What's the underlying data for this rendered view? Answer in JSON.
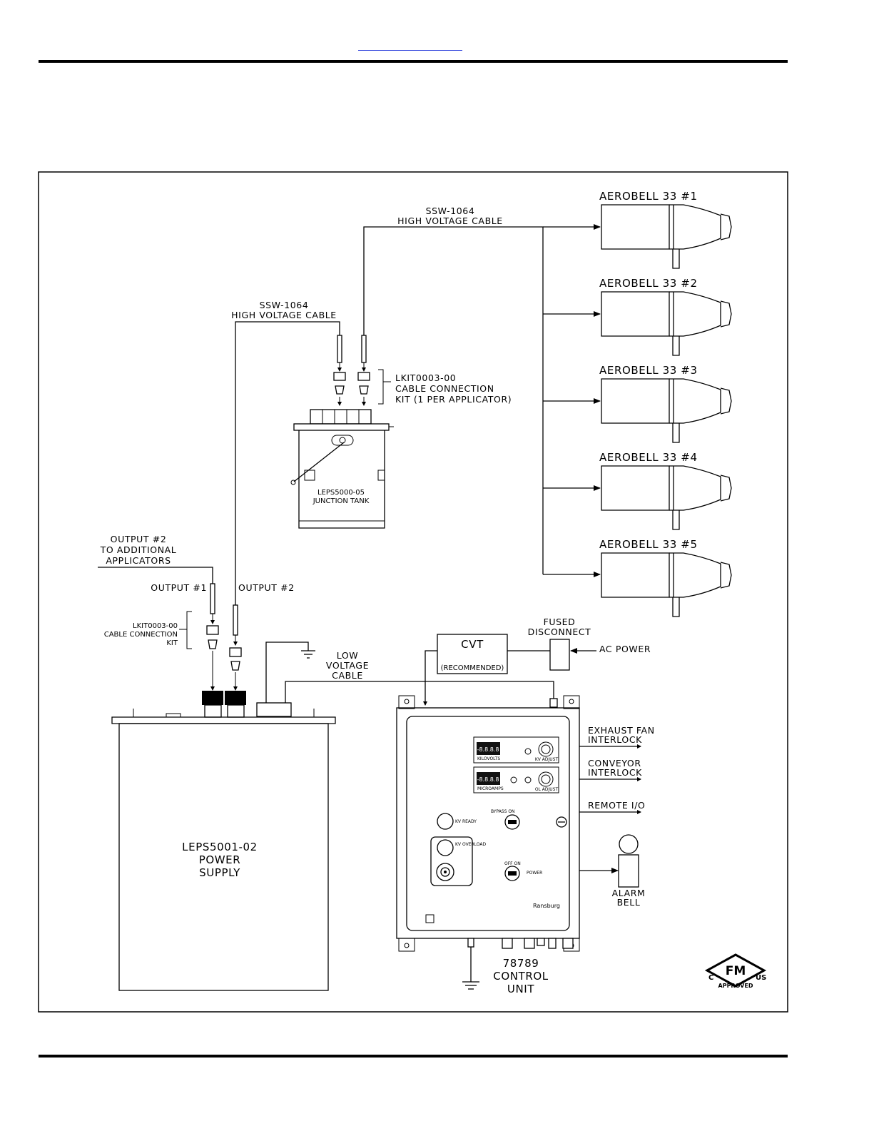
{
  "applicators": [
    {
      "label": "AEROBELL  33  #1"
    },
    {
      "label": "AEROBELL  33  #2"
    },
    {
      "label": "AEROBELL  33  #3"
    },
    {
      "label": "AEROBELL  33  #4"
    },
    {
      "label": "AEROBELL  33  #5"
    }
  ],
  "hv_cable_top": {
    "line1": "SSW-1064",
    "line2": "HIGH  VOLTAGE  CABLE"
  },
  "hv_cable_mid": {
    "line1": "SSW-1064",
    "line2": "HIGH  VOLTAGE  CABLE"
  },
  "kit_top": {
    "line1": "LKIT0003-00",
    "line2": "CABLE  CONNECTION",
    "line3": "KIT  (1  PER  APPLICATOR)"
  },
  "junction_tank": {
    "line1": "LEPS5000-05",
    "line2": "JUNCTION  TANK"
  },
  "output2_additional": {
    "line1": "OUTPUT  #2",
    "line2": "TO  ADDITIONAL",
    "line3": "APPLICATORS"
  },
  "output1_label": "OUTPUT  #1",
  "output2_label": "OUTPUT  #2",
  "kit_left": {
    "line1": "LKIT0003-00",
    "line2": "CABLE  CONNECTION",
    "line3": "KIT"
  },
  "low_voltage_cable": {
    "line1": "LOW",
    "line2": "VOLTAGE",
    "line3": "CABLE"
  },
  "cvt": {
    "label": "CVT",
    "note": "(RECOMMENDED)"
  },
  "fused_disconnect": {
    "line1": "FUSED",
    "line2": "DISCONNECT"
  },
  "ac_power": "AC  POWER",
  "exhaust_fan": {
    "line1": "EXHAUST  FAN",
    "line2": "INTERLOCK"
  },
  "conveyor": {
    "line1": "CONVEYOR",
    "line2": "INTERLOCK"
  },
  "remote_io": "REMOTE  I/O",
  "alarm_bell": {
    "line1": "ALARM",
    "line2": "BELL"
  },
  "power_supply": {
    "line1": "LEPS5001-02",
    "line2": "POWER",
    "line3": "SUPPLY"
  },
  "control_unit": {
    "line1": "78789",
    "line2": "CONTROL",
    "line3": "UNIT"
  },
  "panel": {
    "display_value_1": "-8.8.8.8",
    "display_value_2": "-8.8.8.8",
    "display_caption_1": "KILOVOLTS",
    "display_caption_2": "MICROAMPS",
    "kv_adjust": "KV ADJUST",
    "ol_adjust": "OL ADJUST",
    "kv_ready": "KV READY",
    "kv_overload": "KV OVERLOAD",
    "bypass_on": "BYPASS    ON",
    "off_on": "OFF         ON",
    "power": "POWER",
    "brand": "Ransburg"
  },
  "fm_logo": {
    "mark": "FM",
    "left": "C",
    "right": "US",
    "sub": "APPROVED"
  }
}
